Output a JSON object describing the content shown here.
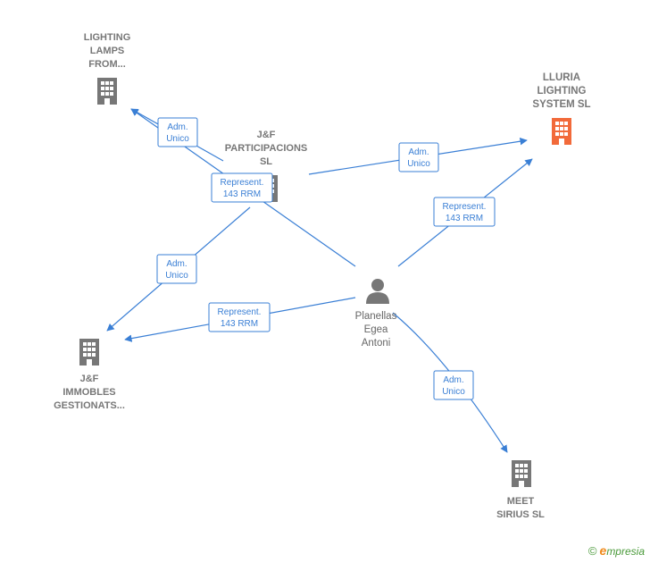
{
  "colors": {
    "edge": "#3a7fd5",
    "company": "#777777",
    "highlight": "#f26a3a",
    "person": "#777777"
  },
  "nodes": {
    "lighting_lamps": {
      "label": [
        "LIGHTING",
        "LAMPS",
        "FROM..."
      ],
      "icon": "building-icon"
    },
    "lluria": {
      "label": [
        "LLURIA",
        "LIGHTING",
        "SYSTEM  SL"
      ],
      "icon": "building-icon-highlight"
    },
    "jf_participacions": {
      "label": [
        "J&F",
        "PARTICIPACIONS",
        "SL"
      ],
      "icon": "building-icon"
    },
    "jf_immobles": {
      "label": [
        "J&F",
        "IMMOBLES",
        "GESTIONATS..."
      ],
      "icon": "building-icon"
    },
    "meet_sirius": {
      "label": [
        "MEET",
        "SIRIUS  SL"
      ],
      "icon": "building-icon"
    },
    "planellas": {
      "label": [
        "Planellas",
        "Egea",
        "Antoni"
      ],
      "icon": "person-icon"
    }
  },
  "edges": [
    {
      "id": "e1",
      "label": [
        "Adm.",
        "Unico"
      ]
    },
    {
      "id": "e2",
      "label": [
        "Adm.",
        "Unico"
      ]
    },
    {
      "id": "e3",
      "label": [
        "Represent.",
        "143 RRM"
      ]
    },
    {
      "id": "e4",
      "label": [
        "Represent.",
        "143 RRM"
      ]
    },
    {
      "id": "e5",
      "label": [
        "Adm.",
        "Unico"
      ]
    },
    {
      "id": "e6",
      "label": [
        "Represent.",
        "143 RRM"
      ]
    },
    {
      "id": "e7",
      "label": [
        "Adm.",
        "Unico"
      ]
    }
  ],
  "footer": {
    "copyright": "©",
    "brand_first": "e",
    "brand_rest": "mpresia"
  }
}
